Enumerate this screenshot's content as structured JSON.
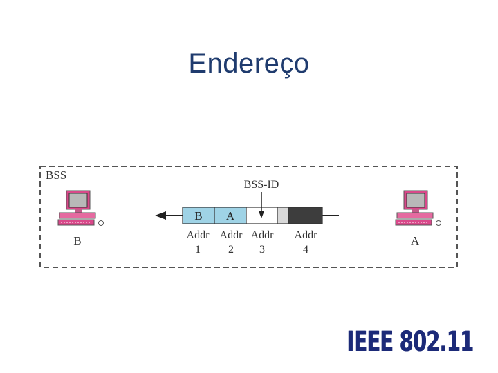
{
  "slide": {
    "title": "Endereço",
    "logo_text": "IEEE 802.11"
  },
  "diagram": {
    "bss_label": "BSS",
    "bssid_label": "BSS-ID",
    "station_left": "B",
    "station_right": "A",
    "frame_fields": [
      {
        "value": "B",
        "label_line1": "Addr",
        "label_line2": "1",
        "fill": "#9fd3e6"
      },
      {
        "value": "A",
        "label_line1": "Addr",
        "label_line2": "2",
        "fill": "#9fd3e6"
      },
      {
        "value": "",
        "label_line1": "Addr",
        "label_line2": "3",
        "fill": "#ffffff"
      },
      {
        "value": "",
        "label_line1": "Addr",
        "label_line2": "4",
        "fill": "#3d3d3d"
      }
    ],
    "colors": {
      "dashed_border": "#555555",
      "computer_body": "#d9488a",
      "computer_screen": "#b8b8b8",
      "address_fill": "#9fd3e6",
      "unused_fill": "#3d3d3d"
    }
  }
}
